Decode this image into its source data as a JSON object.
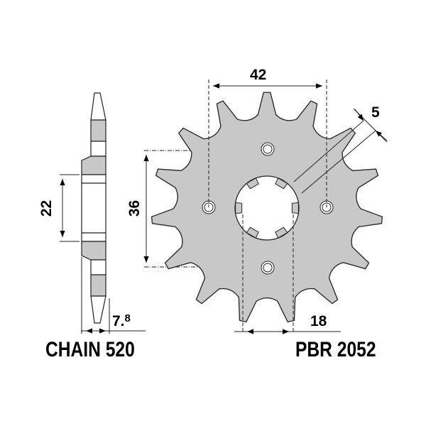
{
  "drawing": {
    "type": "front sprocket technical drawing",
    "teeth_count": 15,
    "colors": {
      "fill": "#c8c8c8",
      "stroke": "#222222",
      "text": "#000000",
      "background": "#ffffff"
    },
    "dimensions": {
      "bolt_spacing_horizontal": "42",
      "bolt_spacing_vertical": "36",
      "hub_width": "22",
      "thickness": "7.",
      "thickness_sup": "8",
      "spline_width": "18",
      "tooth_width": "5"
    },
    "labels": {
      "chain": "CHAIN 520",
      "part_number": "PBR 2052"
    }
  }
}
